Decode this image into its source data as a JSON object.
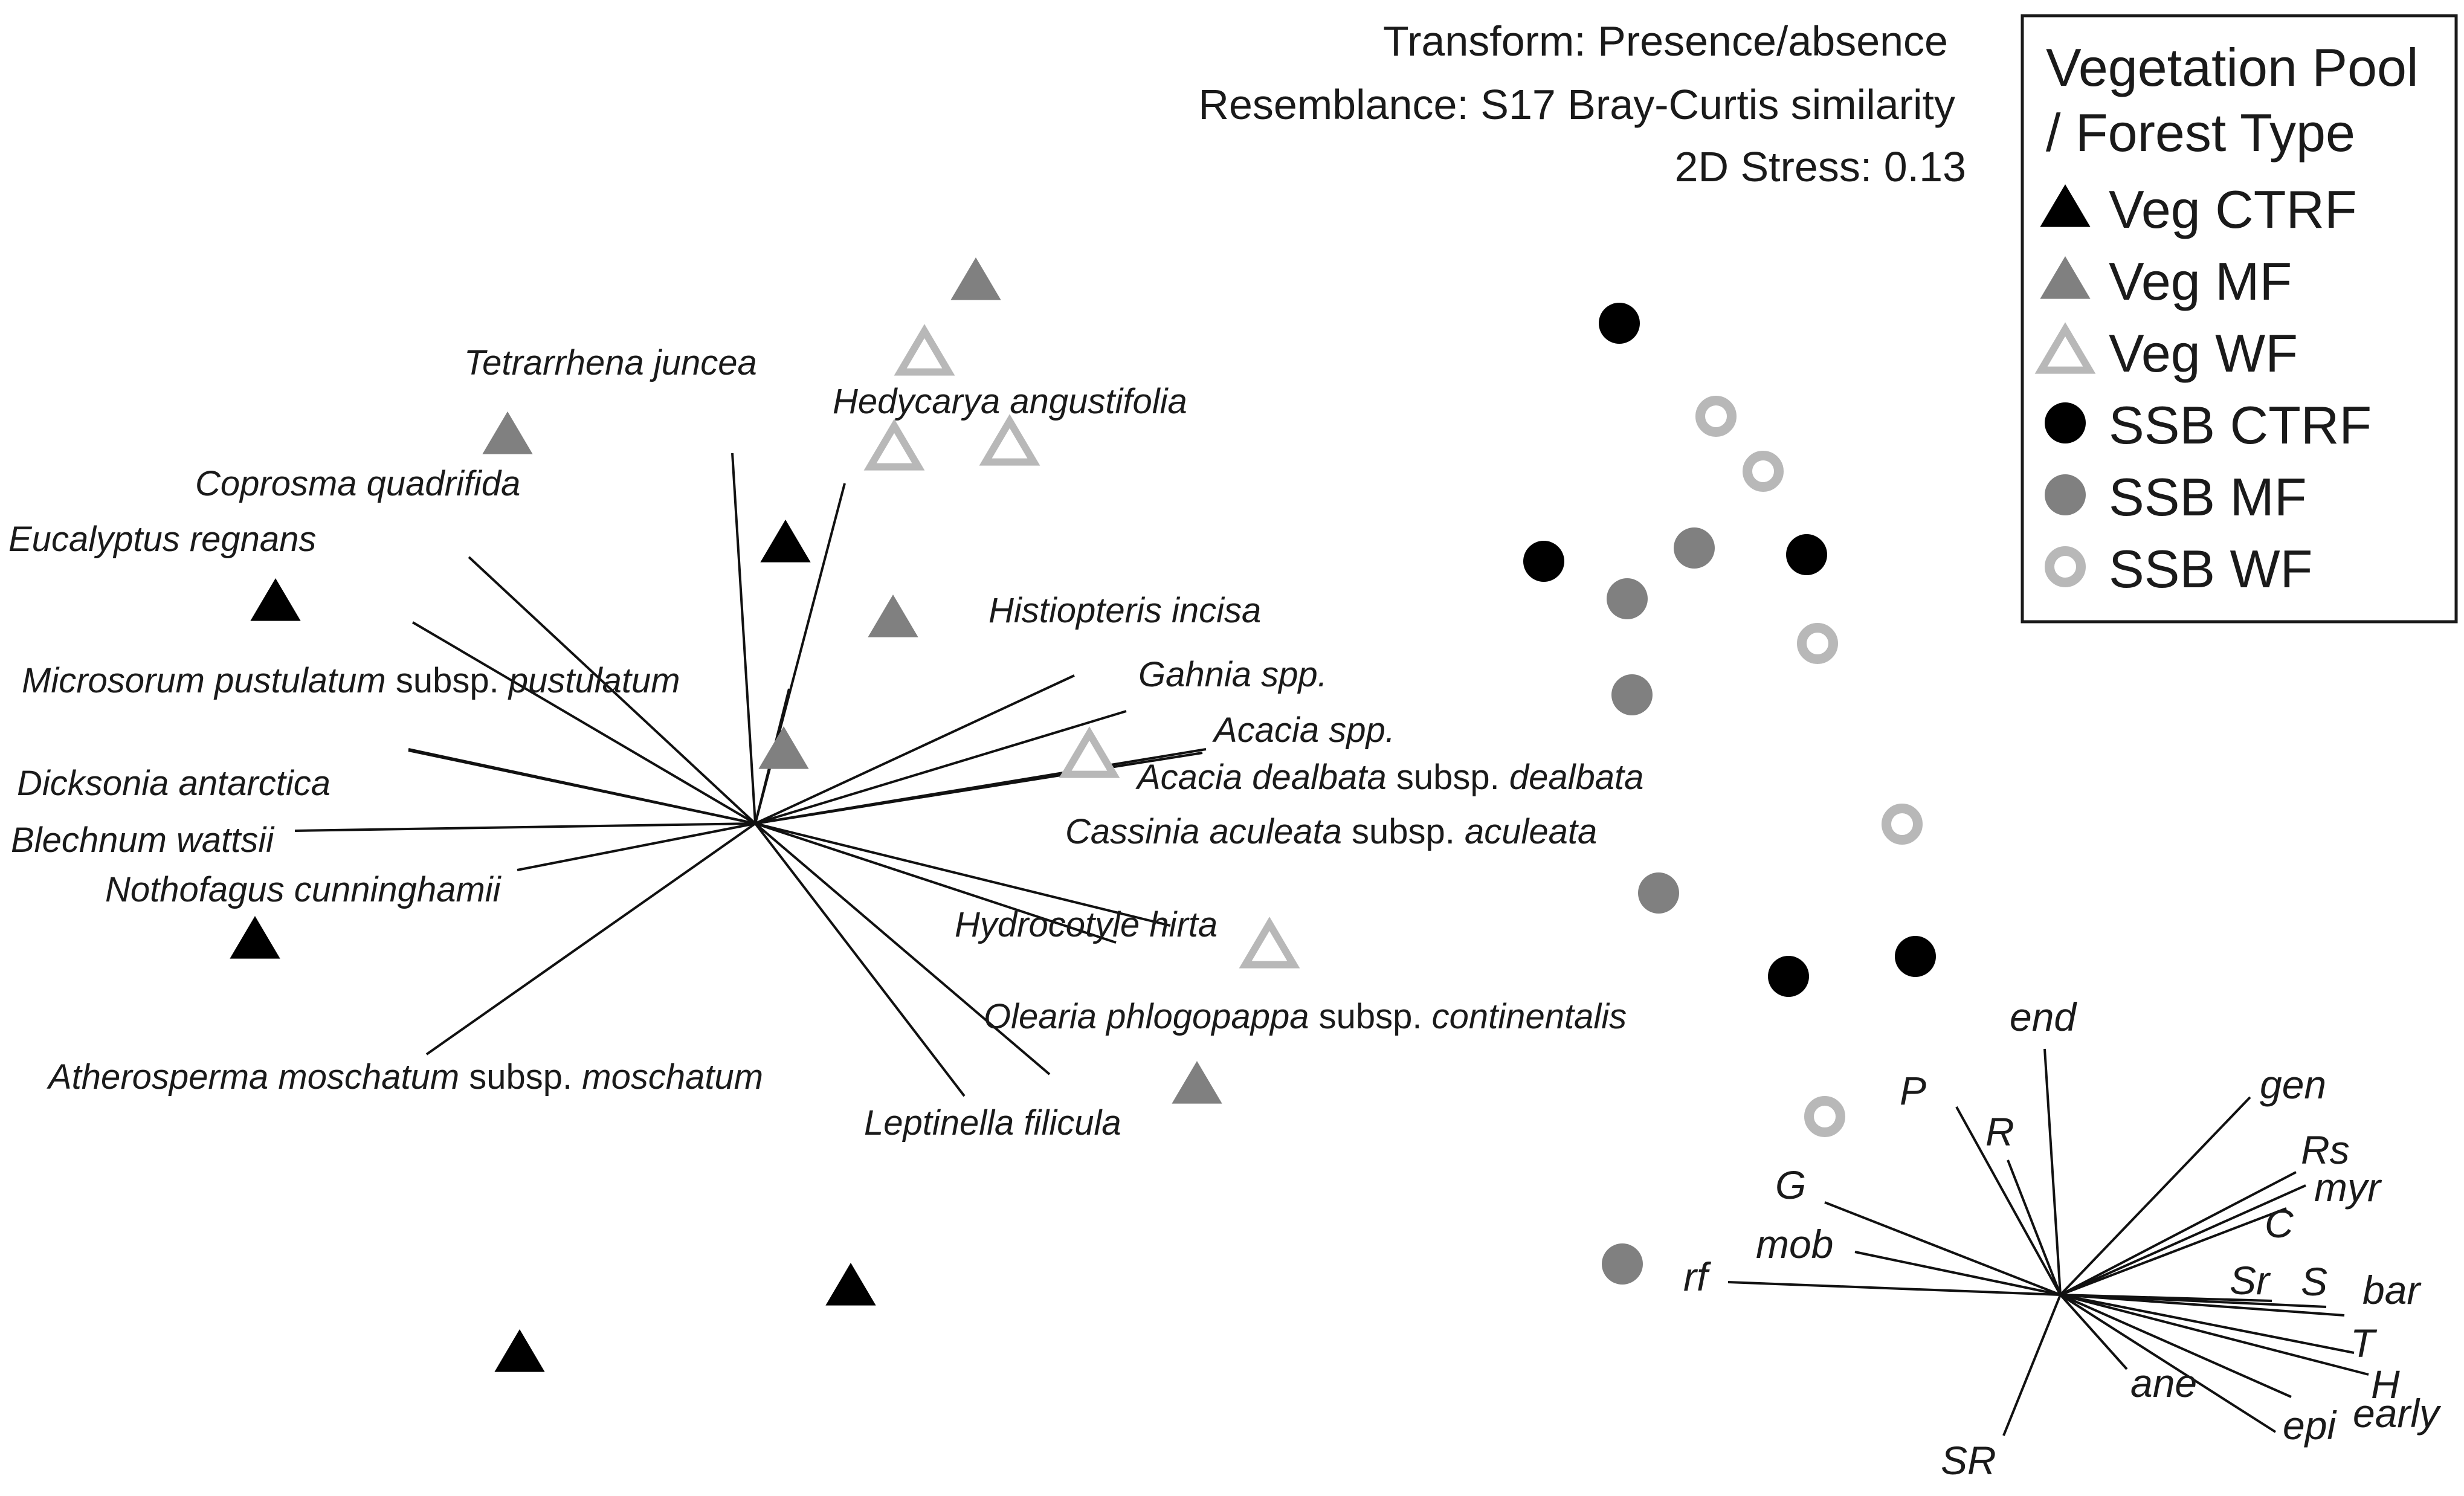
{
  "chart_data": {
    "type": "scatter",
    "title": "",
    "info_lines": [
      "Transform: Presence/absence",
      "Resemblance: S17 Bray-Curtis similarity",
      "2D Stress: 0.13"
    ],
    "legend": {
      "title_lines": [
        "Vegetation Pool",
        "/ Forest Type"
      ],
      "placement": "top-right",
      "entries": [
        {
          "label": "Veg CTRF",
          "marker": "triangle",
          "color": "#000000",
          "filled": true
        },
        {
          "label": "Veg MF",
          "marker": "triangle",
          "color": "#808080",
          "filled": true
        },
        {
          "label": "Veg WF",
          "marker": "triangle",
          "color": "#b8b8b8",
          "filled": false
        },
        {
          "label": "SSB CTRF",
          "marker": "circle",
          "color": "#000000",
          "filled": true
        },
        {
          "label": "SSB MF",
          "marker": "circle",
          "color": "#808080",
          "filled": true
        },
        {
          "label": "SSB WF",
          "marker": "circle",
          "color": "#b8b8b8",
          "filled": false
        }
      ]
    },
    "series": [
      {
        "name": "Veg CTRF",
        "points": [
          [
            456,
            997
          ],
          [
            1300,
            900
          ],
          [
            422,
            1556
          ],
          [
            1408,
            2130
          ],
          [
            860,
            2240
          ]
        ]
      },
      {
        "name": "Veg MF",
        "points": [
          [
            1615,
            466
          ],
          [
            840,
            721
          ],
          [
            1478,
            1024
          ],
          [
            1297,
            1242
          ],
          [
            1981,
            1796
          ]
        ]
      },
      {
        "name": "Veg WF",
        "points": [
          [
            1530,
            586
          ],
          [
            1480,
            743
          ],
          [
            1671,
            735
          ],
          [
            1803,
            1252
          ],
          [
            2101,
            1567
          ]
        ]
      },
      {
        "name": "SSB CTRF",
        "points": [
          [
            2680,
            535
          ],
          [
            2555,
            929
          ],
          [
            2990,
            918
          ],
          [
            2960,
            1616
          ],
          [
            3170,
            1583
          ]
        ]
      },
      {
        "name": "SSB MF",
        "points": [
          [
            2804,
            907
          ],
          [
            2693,
            991
          ],
          [
            2701,
            1150
          ],
          [
            2745,
            1478
          ],
          [
            2685,
            2092
          ]
        ]
      },
      {
        "name": "SSB WF",
        "points": [
          [
            2840,
            689
          ],
          [
            2918,
            780
          ],
          [
            3008,
            1065
          ],
          [
            3148,
            1364
          ],
          [
            3020,
            1848
          ]
        ]
      }
    ],
    "species_vectors": {
      "origin": [
        1250,
        1363
      ],
      "items": [
        {
          "end": [
            1212,
            750
          ],
          "parts": [
            {
              "t": "Tetrarrhena juncea",
              "i": true
            }
          ]
        },
        {
          "end": [
            1398,
            800
          ],
          "parts": [
            {
              "t": "Hedycarya angustifolia",
              "i": true
            }
          ]
        },
        {
          "end": [
            776,
            922
          ],
          "parts": [
            {
              "t": "Coprosma quadrifida",
              "i": true
            }
          ]
        },
        {
          "end": [
            683,
            1030
          ],
          "parts": [
            {
              "t": "Eucalyptus regnans",
              "i": true
            }
          ]
        },
        {
          "end": [
            676,
            1240
          ],
          "parts": [
            {
              "t": "Microsorum pustulatum",
              "i": true
            },
            {
              "t": " subsp. ",
              "i": false
            },
            {
              "t": "pustulatum",
              "i": true
            }
          ]
        },
        {
          "end": [
            1306,
            1140
          ],
          "parts": []
        },
        {
          "end": [
            1778,
            1118
          ],
          "parts": [
            {
              "t": "Histiopteris incisa",
              "i": true
            }
          ]
        },
        {
          "end": [
            1864,
            1177
          ],
          "parts": [
            {
              "t": "Gahnia spp.",
              "i": true
            }
          ]
        },
        {
          "end": [
            1990,
            1246
          ],
          "parts": [
            {
              "t": "Acacia spp.",
              "i": true
            }
          ]
        },
        {
          "end": [
            1996,
            1240
          ],
          "parts": [
            {
              "t": "Acacia dealbata",
              "i": true
            },
            {
              "t": " subsp. ",
              "i": false
            },
            {
              "t": "dealbata",
              "i": true
            }
          ]
        },
        {
          "end": [
            676,
            1242
          ],
          "parts": [
            {
              "t": "Dicksonia antarctica",
              "i": true
            }
          ]
        },
        {
          "end": [
            488,
            1375
          ],
          "parts": [
            {
              "t": "Blechnum wattsii",
              "i": true
            }
          ]
        },
        {
          "end": [
            856,
            1440
          ],
          "parts": [
            {
              "t": "Nothofagus cunninghamii",
              "i": true
            }
          ]
        },
        {
          "end": [
            1937,
            1532
          ],
          "parts": [
            {
              "t": "Cassinia aculeata",
              "i": true
            },
            {
              "t": " subsp. ",
              "i": false
            },
            {
              "t": "aculeata",
              "i": true
            }
          ]
        },
        {
          "end": [
            1847,
            1560
          ],
          "parts": [
            {
              "t": "Hydrocotyle hirta",
              "i": true
            }
          ]
        },
        {
          "end": [
            1737,
            1778
          ],
          "parts": [
            {
              "t": "Olearia phlogopappa",
              "i": true
            },
            {
              "t": " subsp. ",
              "i": false
            },
            {
              "t": "continentalis",
              "i": true
            }
          ]
        },
        {
          "end": [
            706,
            1745
          ],
          "parts": [
            {
              "t": "Atherosperma moschatum",
              "i": true
            },
            {
              "t": " subsp. ",
              "i": false
            },
            {
              "t": "moschatum",
              "i": true
            }
          ]
        },
        {
          "end": [
            1596,
            1814
          ],
          "parts": [
            {
              "t": "Leptinella filicula",
              "i": true
            }
          ]
        }
      ]
    },
    "trait_vectors": {
      "origin": [
        3410,
        2143
      ],
      "items": [
        {
          "label": "end",
          "end": [
            3384,
            1736
          ]
        },
        {
          "label": "P",
          "end": [
            3238,
            1832
          ]
        },
        {
          "label": "R",
          "end": [
            3323,
            1920
          ]
        },
        {
          "label": "gen",
          "end": [
            3724,
            1816
          ]
        },
        {
          "label": "Rs",
          "end": [
            3800,
            1940
          ]
        },
        {
          "label": "myr",
          "end": [
            3816,
            1962
          ]
        },
        {
          "label": "C",
          "end": [
            3784,
            2000
          ]
        },
        {
          "label": "G",
          "end": [
            3020,
            1990
          ]
        },
        {
          "label": "mob",
          "end": [
            3070,
            2072
          ]
        },
        {
          "label": "rf",
          "end": [
            2860,
            2122
          ]
        },
        {
          "label": "Sr",
          "end": [
            3760,
            2153
          ]
        },
        {
          "label": "S",
          "end": [
            3850,
            2163
          ]
        },
        {
          "label": "bar",
          "end": [
            3880,
            2177
          ]
        },
        {
          "label": "T",
          "end": [
            3896,
            2239
          ]
        },
        {
          "label": "H",
          "end": [
            3920,
            2275
          ]
        },
        {
          "label": "early",
          "end": [
            3792,
            2312
          ]
        },
        {
          "label": "epi",
          "end": [
            3766,
            2370
          ]
        },
        {
          "label": "ane",
          "end": [
            3520,
            2266
          ]
        },
        {
          "label": "SR",
          "end": [
            3316,
            2376
          ]
        }
      ]
    }
  }
}
